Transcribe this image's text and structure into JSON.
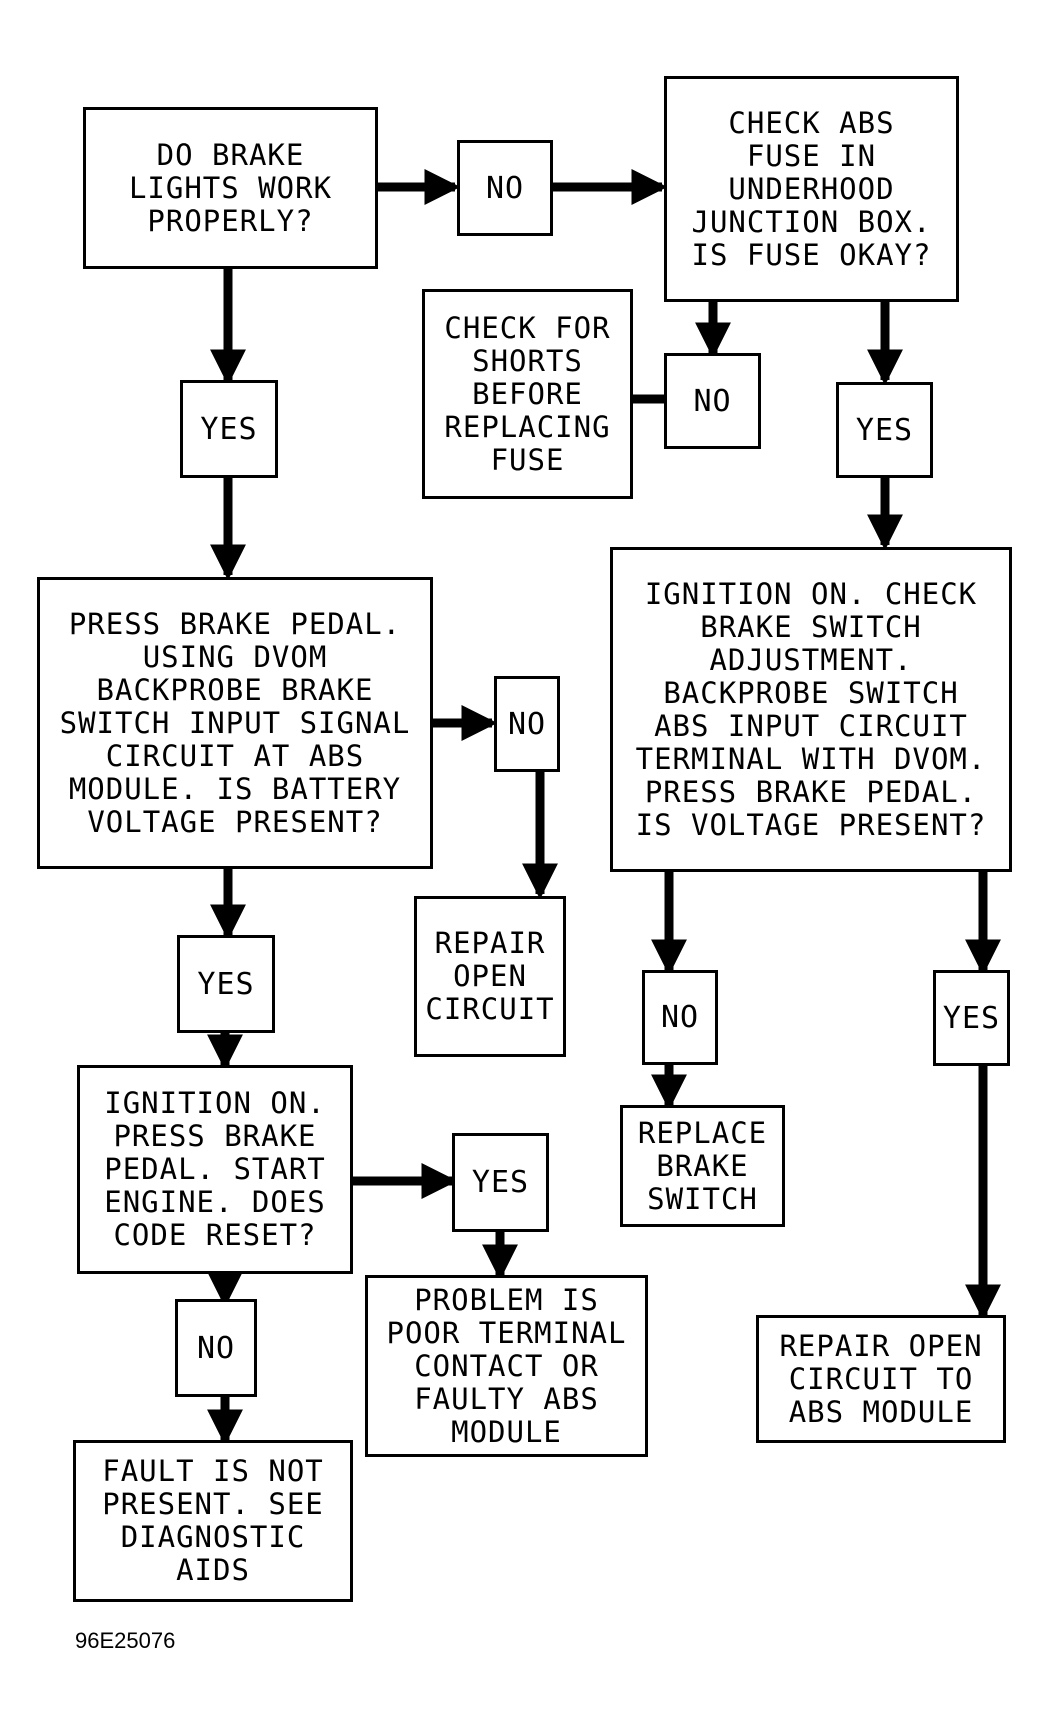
{
  "flowchart": {
    "q_brake_lights": "DO BRAKE\nLIGHTS WORK\nPROPERLY?",
    "l_no_1": "NO",
    "q_check_fuse": "CHECK ABS\nFUSE IN\nUNDERHOOD\nJUNCTION BOX.\nIS FUSE OKAY?",
    "a_check_shorts": "CHECK FOR\nSHORTS\nBEFORE\nREPLACING\nFUSE",
    "l_no_2": "NO",
    "l_yes_1": "YES",
    "l_yes_2": "YES",
    "q_press_pedal": "PRESS BRAKE PEDAL.\nUSING DVOM\nBACKPROBE BRAKE\nSWITCH INPUT SIGNAL\nCIRCUIT AT ABS\nMODULE. IS BATTERY\nVOLTAGE PRESENT?",
    "l_no_3": "NO",
    "a_repair_open": "REPAIR\nOPEN\nCIRCUIT",
    "q_ignition_check": "IGNITION ON. CHECK\nBRAKE SWITCH\nADJUSTMENT.\nBACKPROBE SWITCH\nABS INPUT CIRCUIT\nTERMINAL WITH DVOM.\nPRESS BRAKE PEDAL.\nIS VOLTAGE PRESENT?",
    "l_no_4": "NO",
    "a_replace_switch": "REPLACE\nBRAKE\nSWITCH",
    "l_yes_3": "YES",
    "a_repair_open_abs": "REPAIR OPEN\nCIRCUIT TO\nABS MODULE",
    "l_yes_4": "YES",
    "q_code_reset": "IGNITION ON.\nPRESS BRAKE\nPEDAL. START\nENGINE. DOES\nCODE RESET?",
    "l_yes_5": "YES",
    "a_poor_terminal": "PROBLEM IS\nPOOR TERMINAL\nCONTACT OR\nFAULTY ABS\nMODULE",
    "l_no_5": "NO",
    "a_fault_not_present": "FAULT IS NOT\nPRESENT. SEE\nDIAGNOSTIC\nAIDS"
  },
  "figure_id": "96E25076"
}
